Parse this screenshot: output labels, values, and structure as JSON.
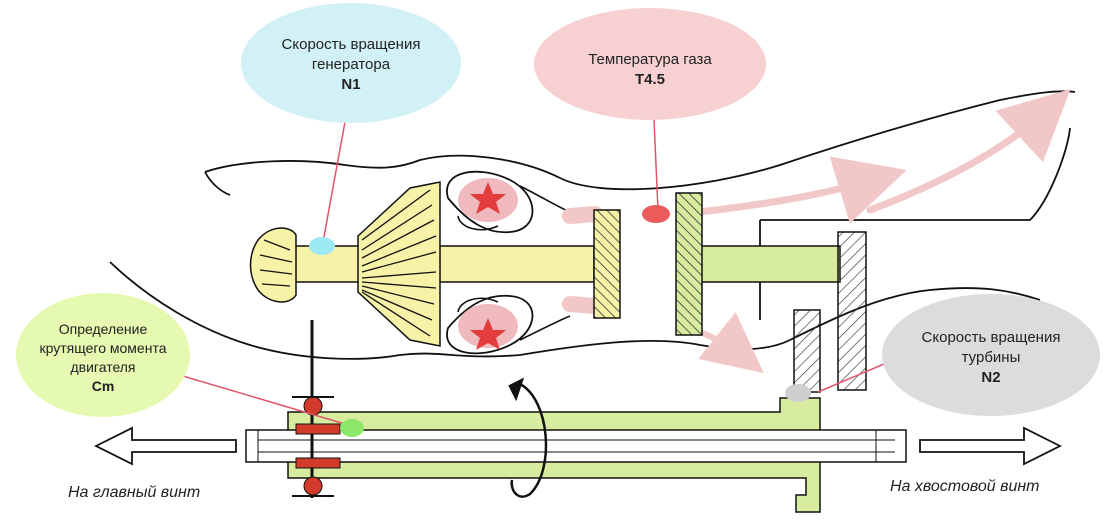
{
  "labels": {
    "n1": {
      "text": "Скорость вращения генератора",
      "code": "N1",
      "color": "#d2f1f6"
    },
    "t45": {
      "text": "Температура газа",
      "code": "T4.5",
      "color": "#f7d1d2"
    },
    "cm": {
      "text": "Определение крутящего момента двигателя",
      "code": "Cm",
      "color": "#e5f9b0"
    },
    "n2": {
      "text": "Скорость вращения турбины",
      "code": "N2",
      "color": "#dcdcdc"
    }
  },
  "outputs": {
    "main_rotor": "На главный винт",
    "tail_rotor": "На хвостовой винт"
  },
  "colors": {
    "shaft_yellow": "#f6f3a8",
    "shaft_green": "#d7ec9e",
    "sensor_n1": "#9ce9f4",
    "sensor_t45": "#ec5b5b",
    "sensor_cm": "#8de86a",
    "sensor_n2": "#cfcfcf",
    "gas_flow": "#f2c7c7",
    "combustion": "#f0b9bd",
    "flame": "#e23c3c"
  }
}
